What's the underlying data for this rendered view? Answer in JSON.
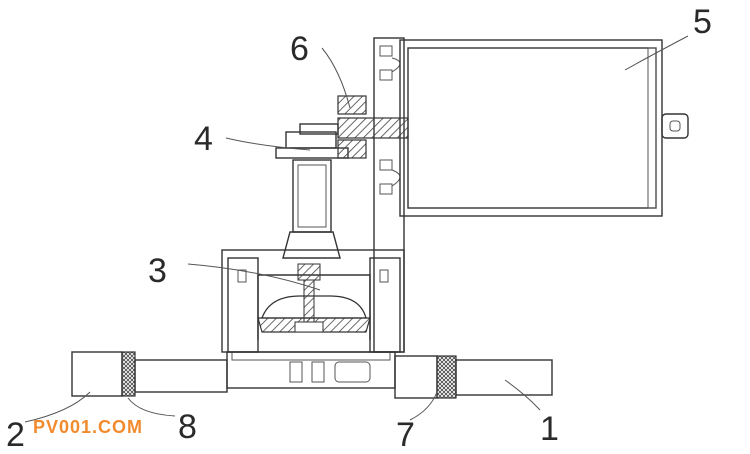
{
  "labels": {
    "l1": "1",
    "l2": "2",
    "l3": "3",
    "l4": "4",
    "l5": "5",
    "l6": "6",
    "l7": "7",
    "l8": "8"
  },
  "watermark": "PV001.COM",
  "colors": {
    "line": "#333333",
    "watermark": "#f28a2e",
    "hatch": "#444444"
  }
}
